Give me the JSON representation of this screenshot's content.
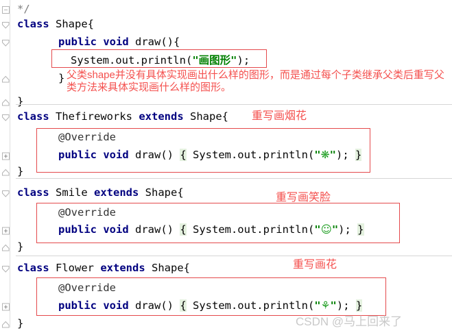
{
  "editor": {
    "colors": {
      "keyword": "#000080",
      "string_green": "#008000",
      "emoji_green": "#1e9e22",
      "comment_gray": "#808080",
      "annotation_red_text": "#f4504e",
      "annotation_red_box": "#e4494b",
      "brace_highlight_green": "#e4f1df",
      "separator_gray": "#d6d6d6",
      "gutter_icon_gray": "#b4b4b4",
      "watermark_gray": "#c9c9c9",
      "background": "#ffffff"
    },
    "lines": [
      {
        "gutter": "fold-end-box",
        "tokens": [
          {
            "s": "cmt",
            "t": "*/"
          }
        ]
      },
      {
        "gutter": "chevron-down",
        "tokens": [
          {
            "s": "kw",
            "t": "class"
          },
          {
            "s": "pl",
            "t": " Shape{"
          }
        ]
      },
      {
        "gutter": "chevron-down",
        "tokens": [
          {
            "s": "kw",
            "t": "public void"
          },
          {
            "s": "pl",
            "t": " draw(){"
          }
        ]
      },
      {
        "gutter": null,
        "tokens": [
          {
            "s": "pl",
            "t": "System.out.println("
          },
          {
            "s": "str",
            "t": "\"画图形\""
          },
          {
            "s": "pl",
            "t": ");"
          }
        ]
      },
      {
        "gutter": "chevron-up",
        "tokens": [
          {
            "s": "pl",
            "t": "}"
          }
        ]
      },
      {
        "gutter": "chevron-up",
        "tokens": [
          {
            "s": "pl",
            "t": "}"
          }
        ]
      },
      {
        "gutter": "chevron-down",
        "tokens": [
          {
            "s": "kw",
            "t": "class"
          },
          {
            "s": "pl",
            "t": " Thefireworks "
          },
          {
            "s": "kw",
            "t": "extends"
          },
          {
            "s": "pl",
            "t": " Shape{"
          }
        ]
      },
      {
        "gutter": null,
        "tokens": [
          {
            "s": "ann",
            "t": "@Override"
          }
        ]
      },
      {
        "gutter": "plus-box",
        "tokens": [
          {
            "s": "kw",
            "t": "public void"
          },
          {
            "s": "pl",
            "t": " draw() "
          },
          {
            "s": "hl",
            "t": "{"
          },
          {
            "s": "pl",
            "t": " System.out.println("
          },
          {
            "s": "str",
            "t": "\""
          },
          {
            "s": "em",
            "t": "❋",
            "n": "firework-emoji"
          },
          {
            "s": "str",
            "t": "\""
          },
          {
            "s": "pl",
            "t": "); "
          },
          {
            "s": "hl",
            "t": "}"
          }
        ]
      },
      {
        "gutter": "chevron-up",
        "tokens": [
          {
            "s": "pl",
            "t": "}"
          }
        ]
      },
      {
        "gutter": "chevron-down",
        "tokens": [
          {
            "s": "kw",
            "t": "class"
          },
          {
            "s": "pl",
            "t": " Smile "
          },
          {
            "s": "kw",
            "t": "extends"
          },
          {
            "s": "pl",
            "t": " Shape{"
          }
        ]
      },
      {
        "gutter": null,
        "tokens": [
          {
            "s": "ann",
            "t": "@Override"
          }
        ]
      },
      {
        "gutter": "plus-box",
        "tokens": [
          {
            "s": "kw",
            "t": "public void"
          },
          {
            "s": "pl",
            "t": " draw() "
          },
          {
            "s": "hl",
            "t": "{"
          },
          {
            "s": "pl",
            "t": " System.out.println("
          },
          {
            "s": "str",
            "t": "\""
          },
          {
            "s": "em",
            "t": "☺",
            "n": "smiley-emoji"
          },
          {
            "s": "str",
            "t": "\""
          },
          {
            "s": "pl",
            "t": "); "
          },
          {
            "s": "hl",
            "t": "}"
          }
        ]
      },
      {
        "gutter": "chevron-up",
        "tokens": [
          {
            "s": "pl",
            "t": "}"
          }
        ]
      },
      {
        "gutter": "chevron-down",
        "tokens": [
          {
            "s": "kw",
            "t": "class"
          },
          {
            "s": "pl",
            "t": " Flower "
          },
          {
            "s": "kw",
            "t": "extends"
          },
          {
            "s": "pl",
            "t": " Shape{"
          }
        ]
      },
      {
        "gutter": null,
        "tokens": [
          {
            "s": "ann",
            "t": "@Override"
          }
        ]
      },
      {
        "gutter": "plus-box",
        "tokens": [
          {
            "s": "kw",
            "t": "public void"
          },
          {
            "s": "pl",
            "t": " draw() "
          },
          {
            "s": "hl",
            "t": "{"
          },
          {
            "s": "pl",
            "t": " System.out.println("
          },
          {
            "s": "str",
            "t": "\""
          },
          {
            "s": "em",
            "t": "⚘",
            "n": "flower-emoji"
          },
          {
            "s": "str",
            "t": "\""
          },
          {
            "s": "pl",
            "t": "); "
          },
          {
            "s": "hl",
            "t": "}"
          }
        ]
      },
      {
        "gutter": "chevron-up",
        "tokens": [
          {
            "s": "pl",
            "t": "}"
          }
        ]
      }
    ],
    "annotations": {
      "comment_line1": "父类shape并没有具体实现画出什么样的图形，而是通过每个子类继承父类后重写父",
      "comment_line2": "类方法来具体实现画什么样的图形。",
      "fireworks_label": "重写画烟花",
      "smile_label": "重写画笑脸",
      "flower_label": "重写画花"
    },
    "watermark": "CSDN @马上回来了"
  }
}
